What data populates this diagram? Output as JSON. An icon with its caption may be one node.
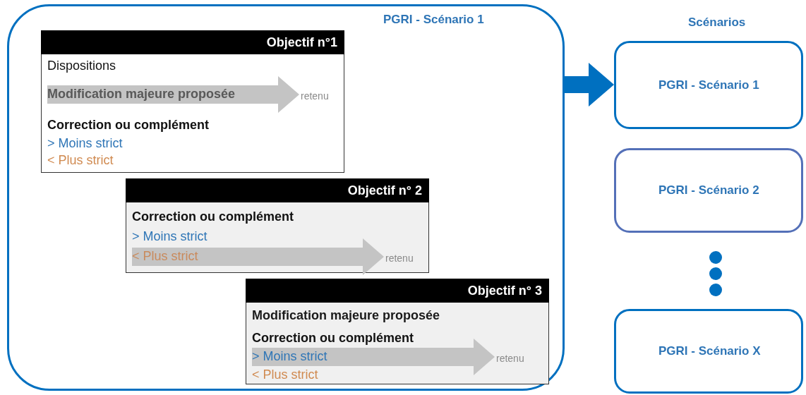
{
  "diagram": {
    "nodes": [
      {
        "text": [
          "PGRI - Scénario 1"
        ]
      },
      {
        "text": [
          "Objectif n°1",
          "Dispositions",
          "Correction ou complément"
        ],
        "in": 0
      },
      {
        "text": [
          "Modification majeure proposée"
        ],
        "in": 1
      },
      {
        "text": [
          "retenu"
        ],
        "in": 1
      },
      {
        "text": [
          "> Moins strict"
        ],
        "in": 1
      },
      {
        "text": [
          "< Plus strict"
        ],
        "in": 1
      },
      {
        "text": [
          "Objectif n° 2",
          "Correction ou complément"
        ],
        "in": 0
      },
      {
        "text": [
          "> Moins strict"
        ],
        "in": 6
      },
      {
        "text": [
          "< Plus strict"
        ],
        "in": 6
      },
      {
        "text": [
          "retenu"
        ],
        "in": 6
      },
      {
        "text": [
          "Objectif n° 3",
          "Correction ou complément"
        ],
        "in": 0
      },
      {
        "text": [
          "Modification majeure proposée"
        ],
        "in": 10
      },
      {
        "text": [
          "> Moins strict"
        ],
        "in": 10
      },
      {
        "text": [
          "retenu"
        ],
        "in": 10
      },
      {
        "text": [
          "< Plus strict"
        ],
        "in": 10
      },
      {
        "text": [
          "PGRI - Scénario 1"
        ]
      },
      {
        "text": [
          "PGRI - Scénario 2"
        ]
      },
      {
        "text": [
          "PGRI - Scénario X"
        ]
      }
    ],
    "edges": [
      {
        "from": 2,
        "to": 3,
        "arrow": "to"
      },
      {
        "from": 8,
        "to": 9,
        "arrow": "to"
      },
      {
        "from": 12,
        "to": 13,
        "arrow": "to"
      },
      {
        "from": 0,
        "to": 15,
        "arrow": "to",
        "color": "#0070c0"
      }
    ],
    "labels": [
      "Scénarios"
    ]
  }
}
